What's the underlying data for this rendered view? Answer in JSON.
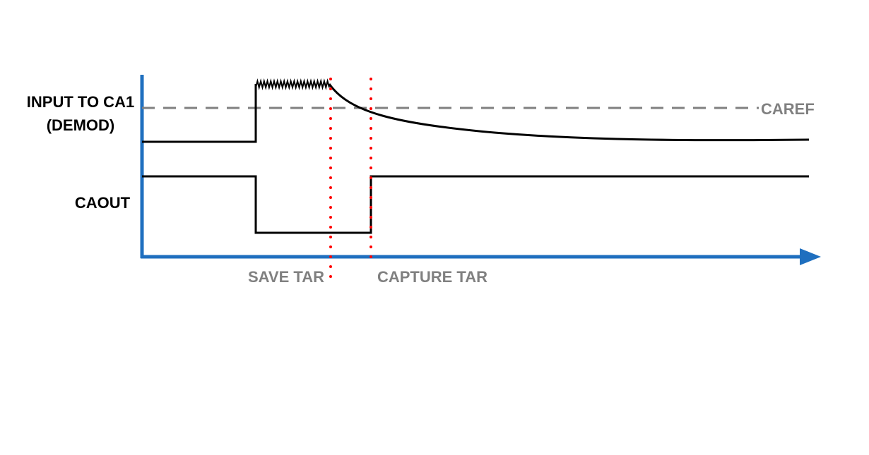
{
  "labels": {
    "input_line1": "INPUT TO CA1",
    "input_line2": "(DEMOD)",
    "caout": "CAOUT",
    "caref": "CAREF",
    "save_tar": "SAVE TAR",
    "capture_tar": "CAPTURE TAR"
  },
  "colors": {
    "axis": "#1F6FBF",
    "signal": "#000000",
    "reference": "#808080",
    "marker": "#FF0000",
    "grey_text": "#808080",
    "black_text": "#000000"
  }
}
